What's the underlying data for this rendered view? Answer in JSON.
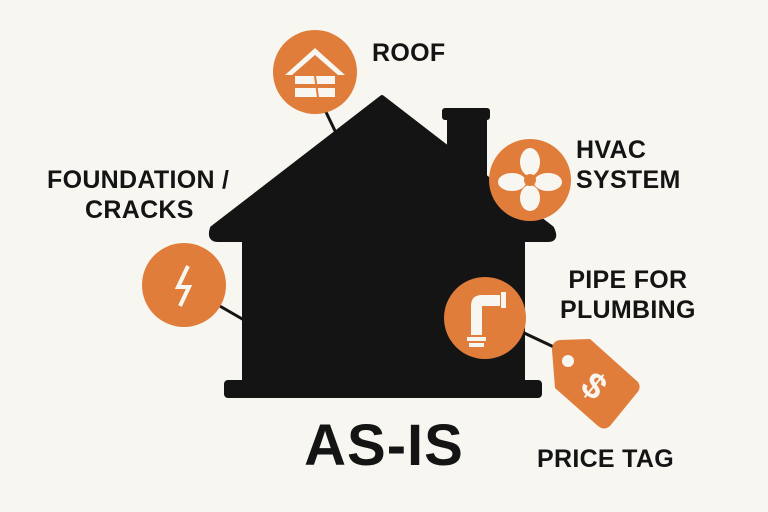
{
  "title": "AS-IS",
  "colors": {
    "accent": "#E07D3A",
    "house": "#141414",
    "background": "#F8F6F0"
  },
  "callouts": [
    {
      "id": "roof",
      "icon": "roof-icon",
      "lines": [
        "ROOF"
      ]
    },
    {
      "id": "foundation",
      "icon": "crack-icon",
      "lines": [
        "FOUNDATION /",
        "CRACKS"
      ]
    },
    {
      "id": "hvac",
      "icon": "fan-icon",
      "lines": [
        "HVAC",
        "SYSTEM"
      ]
    },
    {
      "id": "plumbing",
      "icon": "pipe-icon",
      "lines": [
        "PIPE FOR",
        "PLUMBING"
      ]
    },
    {
      "id": "price",
      "icon": "price-tag-icon",
      "lines": [
        "PRICE TAG"
      ]
    }
  ]
}
